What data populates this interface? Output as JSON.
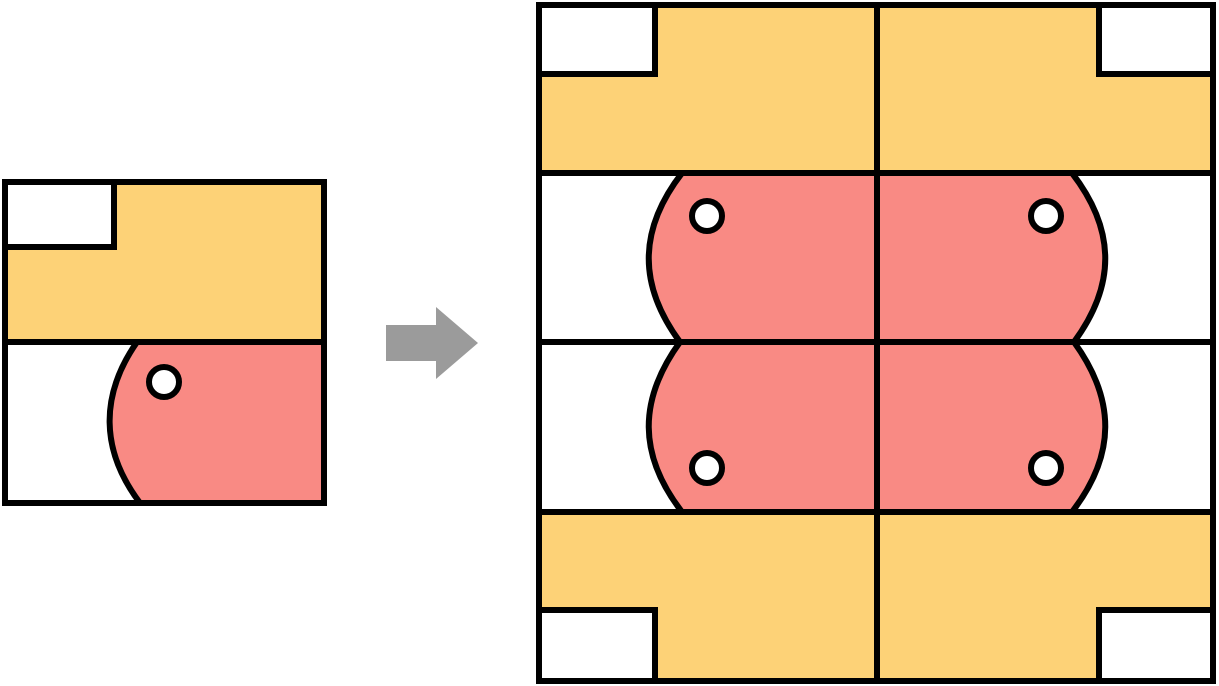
{
  "colors": {
    "background": "#ffffff",
    "stroke": "#000000",
    "yellow_region": "#fdd277",
    "red_region": "#f98a84",
    "hole_fill": "#ffffff",
    "arrow": "#9b9b9b"
  },
  "source_tile": {
    "regions": [
      "white-corner-notch",
      "yellow-band",
      "red-lobe",
      "hole"
    ]
  },
  "arrow": {
    "icon": "right-arrow-icon"
  },
  "mirrored_result": {
    "grid_columns": 2,
    "grid_rows": 4,
    "mirror_axes": [
      "vertical",
      "horizontal"
    ],
    "hole_count": 4
  }
}
